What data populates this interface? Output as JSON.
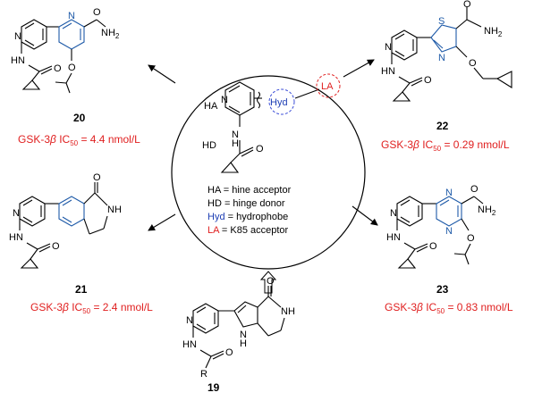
{
  "center": {
    "ha_label": "HA",
    "hd_label": "HD",
    "hyd_label": "Hyd",
    "la_label": "LA",
    "nh_label": "N",
    "h_label": "H",
    "n_ring": "N",
    "o_label": "O",
    "legend": [
      {
        "abbr": "HA",
        "text": " = hine acceptor",
        "color": "#000000"
      },
      {
        "abbr": "HD",
        "text": " = hinge donor",
        "color": "#000000"
      },
      {
        "abbr": "Hyd",
        "text": " = hydrophobe",
        "color": "#1e3fb4"
      },
      {
        "abbr": "LA",
        "text": " = K85 acceptor",
        "color": "#e02020"
      }
    ]
  },
  "compounds": [
    {
      "id": "20",
      "activity": "GSK-3β IC₅₀ = 4.4 nmol/L",
      "ic_prefix": "GSK-3",
      "ic_beta": "β",
      "ic_ic": " IC",
      "ic_sub": "50",
      "ic_val": " = 4.4 nmol/L"
    },
    {
      "id": "22",
      "ic_prefix": "GSK-3",
      "ic_beta": "β",
      "ic_ic": " IC",
      "ic_sub": "50",
      "ic_val": " = 0.29 nmol/L"
    },
    {
      "id": "21",
      "ic_prefix": "GSK-3",
      "ic_beta": "β",
      "ic_ic": " IC",
      "ic_sub": "50",
      "ic_val": " = 2.4 nmol/L"
    },
    {
      "id": "23",
      "ic_prefix": "GSK-3",
      "ic_beta": "β",
      "ic_ic": " IC",
      "ic_sub": "50",
      "ic_val": " = 0.83 nmol/L"
    },
    {
      "id": "19"
    }
  ],
  "atoms": {
    "N": "N",
    "H": "H",
    "O": "O",
    "S": "S",
    "R": "R",
    "NH": "NH",
    "NH2": "NH",
    "two": "2"
  }
}
